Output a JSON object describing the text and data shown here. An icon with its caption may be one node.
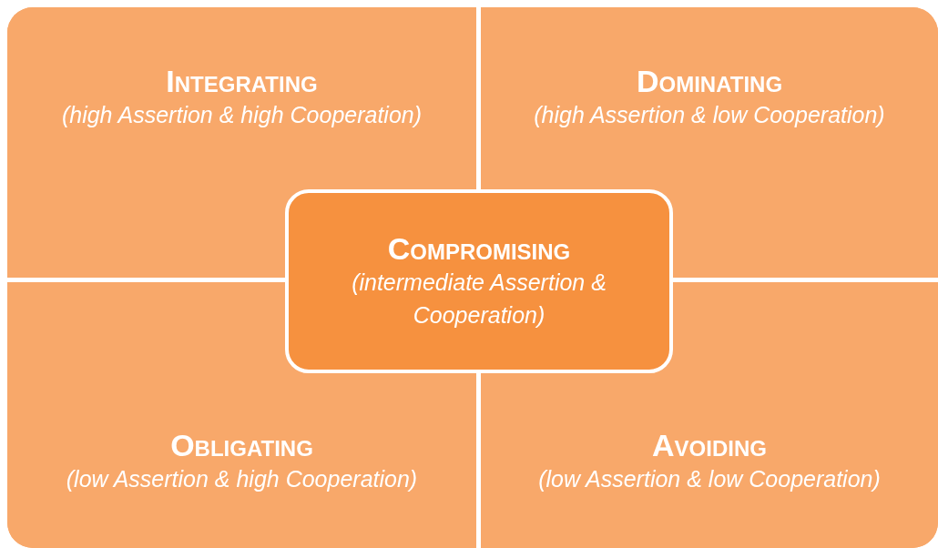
{
  "diagram": {
    "nodes": [
      {
        "text": [
          "Integrating",
          "(high Assertion & high Cooperation)"
        ]
      },
      {
        "text": [
          "Dominating",
          "(high Assertion & low Cooperation)"
        ]
      },
      {
        "text": [
          "Compromising",
          "(intermediate Assertion & Cooperation)"
        ]
      },
      {
        "text": [
          "Obligating",
          "(low Assertion & high Cooperation)"
        ]
      },
      {
        "text": [
          "Avoiding",
          "(low Assertion & low Cooperation)"
        ]
      }
    ],
    "edges": []
  }
}
